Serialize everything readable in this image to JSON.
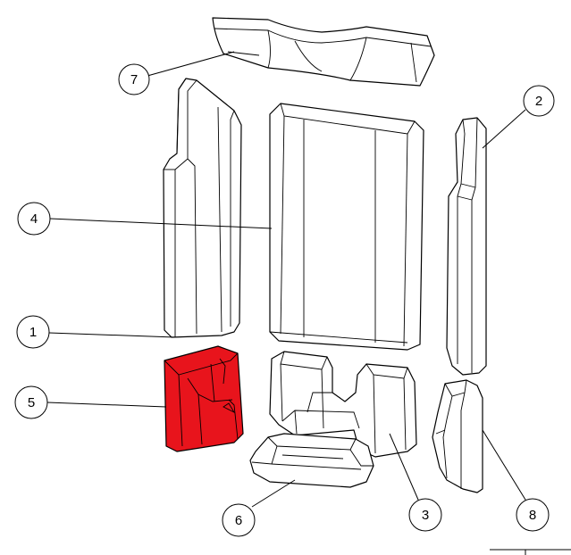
{
  "diagram": {
    "highlight_color": "#e8141c",
    "part_fill": "#ffffff",
    "line_color": "#000000",
    "callouts": [
      {
        "id": "1",
        "label": "1"
      },
      {
        "id": "2",
        "label": "2"
      },
      {
        "id": "3",
        "label": "3"
      },
      {
        "id": "4",
        "label": "4"
      },
      {
        "id": "5",
        "label": "5"
      },
      {
        "id": "6",
        "label": "6"
      },
      {
        "id": "7",
        "label": "7"
      },
      {
        "id": "8",
        "label": "8"
      }
    ]
  }
}
